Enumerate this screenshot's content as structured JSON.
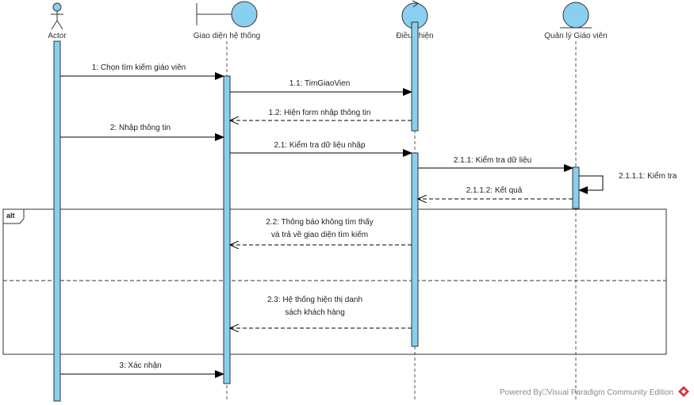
{
  "diagram": {
    "lifelines": [
      {
        "id": "actor",
        "label": "Actor",
        "icon": "actor-icon"
      },
      {
        "id": "ui",
        "label": "Giao diện hệ thống",
        "icon": "boundary-icon"
      },
      {
        "id": "ctrl",
        "label": "Điều khiện",
        "icon": "control-icon"
      },
      {
        "id": "entity",
        "label": "Quản lý Giáo viên",
        "icon": "entity-icon"
      }
    ],
    "messages": [
      {
        "label": "1: Chọn tìm kiếm giáo viên"
      },
      {
        "label": "1.1: TimGiaoVien"
      },
      {
        "label": "1.2: Hiện form nhập thông tin"
      },
      {
        "label": "2: Nhập thông tin"
      },
      {
        "label": "2.1: Kiểm tra dữ liệu nhập"
      },
      {
        "label": "2.1.1: Kiểm tra dữ liệu"
      },
      {
        "label": "2.1.1.1: Kiểm tra"
      },
      {
        "label": "2.1.1.2: Kết quả"
      },
      {
        "label_lines": [
          "2.2: Thông báo không tìm thấy",
          "và trả về giao diện tìm kiếm"
        ]
      },
      {
        "label_lines": [
          "2.3: Hệ thống hiện thị danh",
          "sách khách hàng"
        ]
      },
      {
        "label": "3: Xác nhận"
      }
    ],
    "fragment": {
      "operator": "alt"
    },
    "colors": {
      "activation": "#89CFF0",
      "head_fill": "#89CFF0",
      "line": "#333333"
    }
  },
  "watermark": {
    "text": "Powered By⎕Visual Paradigm Community Edition",
    "icon": "visual-paradigm-logo-icon"
  }
}
